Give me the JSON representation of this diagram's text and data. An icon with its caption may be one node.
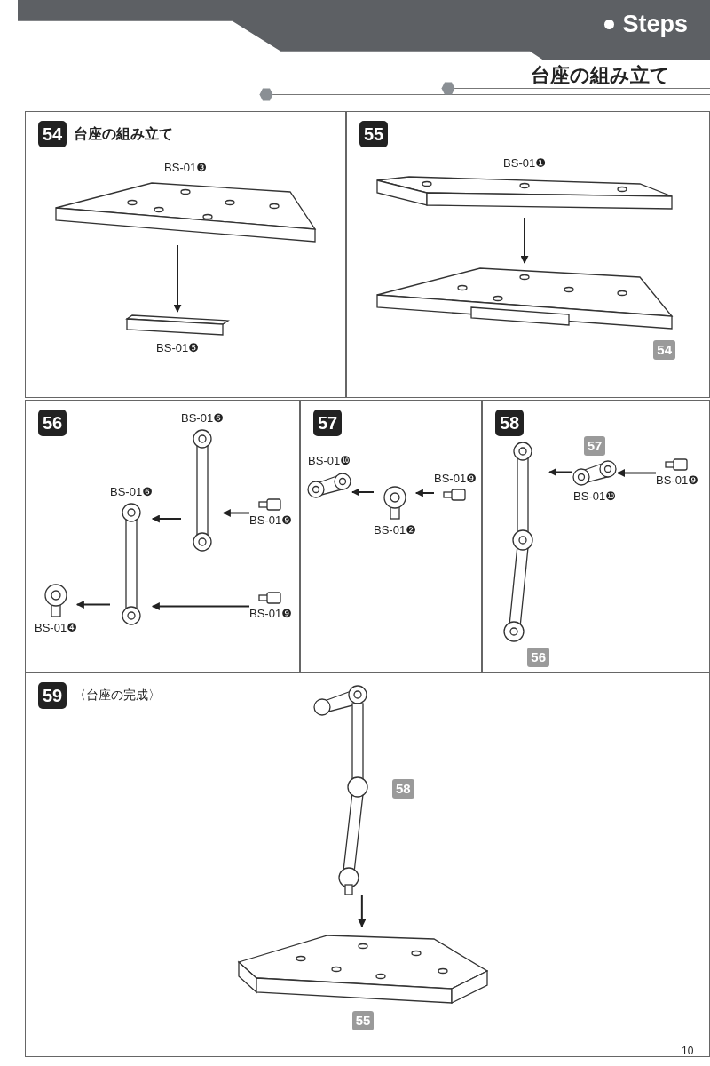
{
  "diagram": {
    "title": "台座の組み立て",
    "nodes": [
      {
        "text": [
          "Steps"
        ]
      },
      {
        "text": [
          "54",
          "台座の組み立て"
        ]
      },
      {
        "text": [
          "BS-01❸"
        ],
        "in": 1
      },
      {
        "text": [
          "BS-01❺"
        ],
        "in": 1
      },
      {
        "text": [
          "55"
        ]
      },
      {
        "text": [
          "BS-01❶"
        ],
        "in": 4
      },
      {
        "text": [
          "54"
        ],
        "in": 4
      },
      {
        "text": [
          "56"
        ]
      },
      {
        "text": [
          "BS-01❻"
        ],
        "in": 7
      },
      {
        "text": [
          "BS-01❾"
        ],
        "in": 7
      },
      {
        "text": [
          "BS-01❻"
        ],
        "in": 7
      },
      {
        "text": [
          "BS-01❾"
        ],
        "in": 7
      },
      {
        "text": [
          "BS-01❹"
        ],
        "in": 7
      },
      {
        "text": [
          "57"
        ]
      },
      {
        "text": [
          "BS-01❿"
        ],
        "in": 13
      },
      {
        "text": [
          "BS-01❾"
        ],
        "in": 13
      },
      {
        "text": [
          "BS-01❷"
        ],
        "in": 13
      },
      {
        "text": [
          "58"
        ]
      },
      {
        "text": [
          "57",
          "BS-01❿"
        ],
        "in": 17
      },
      {
        "text": [
          "BS-01❾"
        ],
        "in": 17
      },
      {
        "text": [
          "56"
        ],
        "in": 17
      },
      {
        "text": [
          "59",
          "〈台座の完成〉"
        ]
      },
      {
        "text": [
          "58"
        ],
        "in": 21
      },
      {
        "text": [
          "55"
        ],
        "in": 21
      }
    ],
    "edges": [
      {
        "from": 2,
        "to": 3,
        "arrow": "to"
      },
      {
        "from": 5,
        "to": 6,
        "arrow": "to"
      },
      {
        "from": 9,
        "to": 8,
        "arrow": "to"
      },
      {
        "from": 8,
        "to": 10,
        "arrow": "to"
      },
      {
        "from": 11,
        "to": 10,
        "arrow": "to"
      },
      {
        "from": 10,
        "to": 12,
        "arrow": "to"
      },
      {
        "from": 15,
        "to": 16,
        "arrow": "to"
      },
      {
        "from": 16,
        "to": 14,
        "arrow": "to"
      },
      {
        "from": 19,
        "to": 18,
        "arrow": "to"
      },
      {
        "from": 18,
        "to": 20,
        "arrow": "to"
      },
      {
        "from": 22,
        "to": 23,
        "arrow": "to"
      }
    ],
    "labels": [
      "10"
    ]
  }
}
